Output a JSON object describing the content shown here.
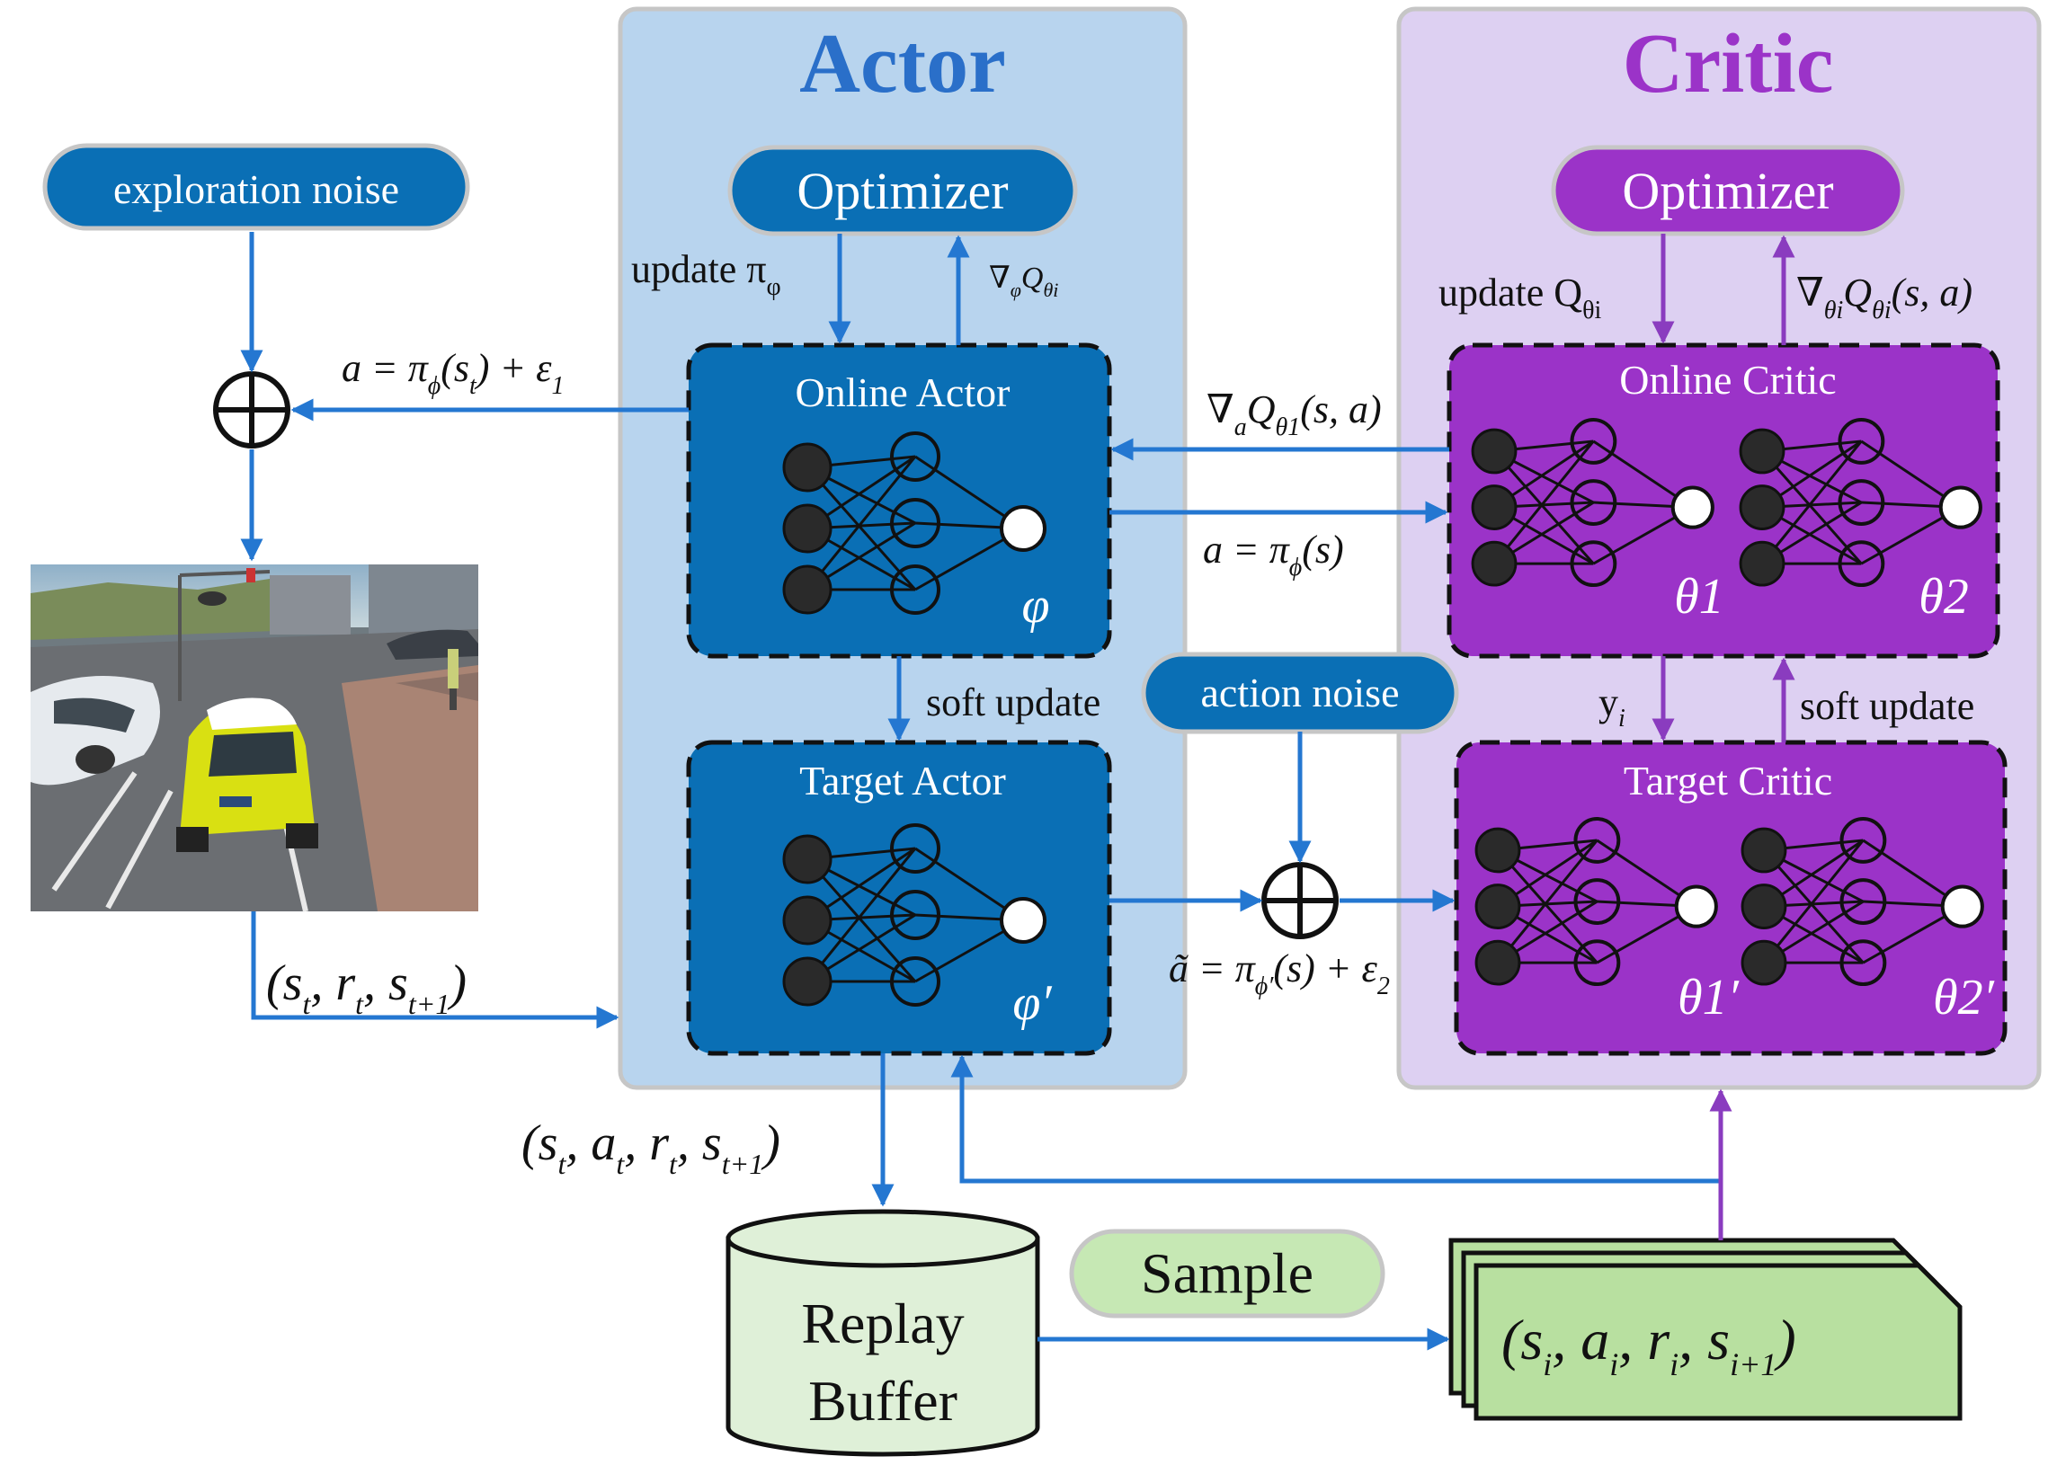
{
  "actor": {
    "title": "Actor",
    "optimizer": "Optimizer",
    "online_title": "Online Actor",
    "target_title": "Target Actor",
    "online_param": "φ",
    "target_param": "φ′",
    "update_label": "update π",
    "update_sub": "φ",
    "grad_label": "∇",
    "grad_sub": "φ",
    "grad_q": "Q",
    "grad_q_sub": "θi",
    "soft_update": "soft update"
  },
  "critic": {
    "title": "Critic",
    "optimizer": "Optimizer",
    "online_title": "Online Critic",
    "target_title": "Target Critic",
    "online_params": [
      "θ1",
      "θ2"
    ],
    "target_params": [
      "θ1′",
      "θ2′"
    ],
    "update_label": "update Q",
    "update_sub": "θi",
    "grad_label": "∇",
    "grad_sub": "θi",
    "grad_q": "Q",
    "grad_q_sub": "θi",
    "grad_args": "(s, a)",
    "yi_label": "y",
    "yi_sub": "i",
    "soft_update": "soft update"
  },
  "noise": {
    "exploration": "exploration noise",
    "action": "action noise"
  },
  "equations": {
    "a_explore": "a = π",
    "a_explore_sub": "ϕ",
    "a_explore_rest": "(s",
    "a_explore_rest_sub": "t",
    "a_explore_tail": ") + ε",
    "a_explore_tail_sub": "1",
    "grad_aq": "∇",
    "grad_aq_sub": "a",
    "grad_aq_q": "Q",
    "grad_aq_q_sub": "θ1",
    "grad_aq_args": "(s, a)",
    "a_policy": "a = π",
    "a_policy_sub": "ϕ",
    "a_policy_args": "(s)",
    "a_tilde": "ã = π",
    "a_tilde_sub": "ϕ′",
    "a_tilde_rest": "(s) + ε",
    "a_tilde_rest_sub": "2",
    "transition_env": "(s",
    "transition_buffer": "(s",
    "transition_sample": "(s"
  },
  "buffer": {
    "line1": "Replay",
    "line2": "Buffer",
    "sample": "Sample"
  },
  "colors": {
    "actor_panel": "#b8d4ee",
    "critic_panel": "#ddd0f2",
    "actor_blue": "#0a6fb5",
    "actor_title": "#2a6fc9",
    "critic_purple": "#9b33c8",
    "critic_title": "#9b33c8",
    "arrow_blue": "#2477d1",
    "arrow_purple": "#8a3cbf",
    "buffer_green": "#dff0d8",
    "sample_green": "#c6e8b4",
    "card_green": "#b8e0a0"
  }
}
